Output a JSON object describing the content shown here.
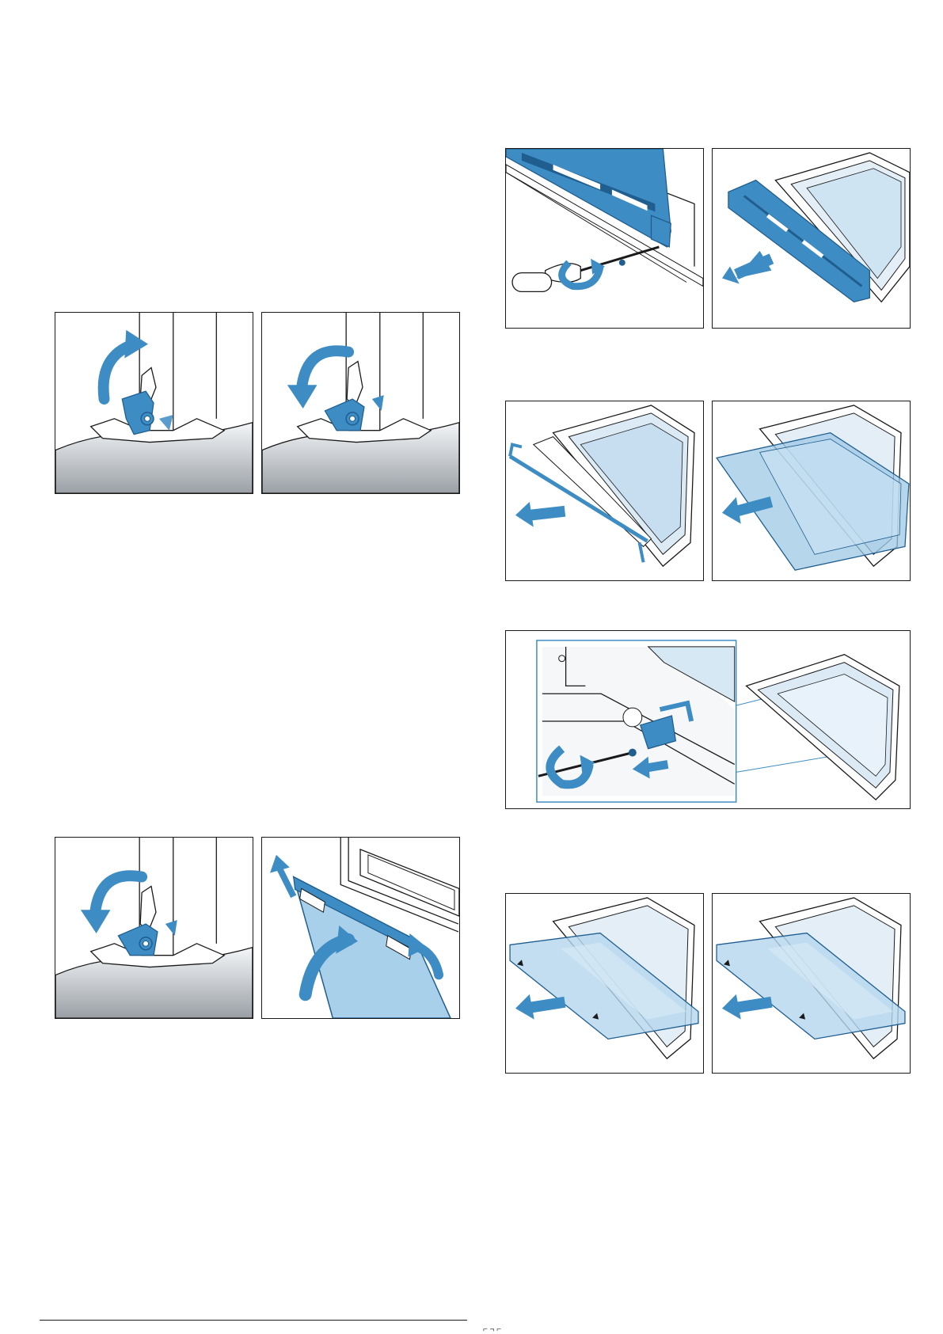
{
  "page": {
    "footer_marks": "⌐ ¬ ⌐"
  },
  "colors": {
    "accent_blue": "#3d8cc4",
    "accent_blue_dark": "#1f5e8f",
    "glass_blue": "#bcdcf0",
    "steel_light": "#e9ecef",
    "steel_dark": "#9aa0a6",
    "outline": "#1a1a1a"
  },
  "figures": [
    {
      "id": "hinge-lock-up",
      "icon": "hinge-lever-up-icon"
    },
    {
      "id": "hinge-lock-down",
      "icon": "hinge-lever-down-icon"
    },
    {
      "id": "hinge-lock-down-2",
      "icon": "hinge-lever-down-icon"
    },
    {
      "id": "door-close",
      "icon": "door-close-icon"
    },
    {
      "id": "unscrew-door-trim",
      "icon": "screwdriver-icon"
    },
    {
      "id": "remove-door-trim",
      "icon": "pull-arrow-icon"
    },
    {
      "id": "remove-rail",
      "icon": "pull-arrow-icon"
    },
    {
      "id": "remove-inner-pane",
      "icon": "pull-arrow-icon"
    },
    {
      "id": "unscrew-clamp",
      "icon": "screwdriver-icon"
    },
    {
      "id": "remove-pane-2",
      "icon": "pull-arrow-icon"
    },
    {
      "id": "remove-pane-3",
      "icon": "pull-arrow-icon"
    }
  ]
}
